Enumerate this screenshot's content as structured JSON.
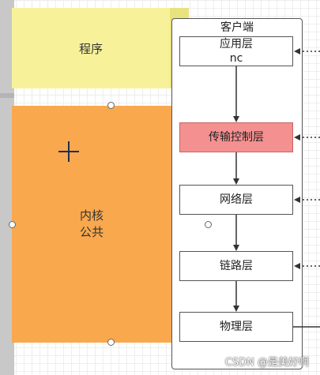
{
  "program_box": {
    "label": "程序"
  },
  "kernel_box": {
    "line1": "内核",
    "line2": "公共"
  },
  "client": {
    "title": "客户端",
    "layers": [
      {
        "line1": "应用层",
        "line2": "nc"
      },
      {
        "line1": "传输控制层"
      },
      {
        "line1": "网络层"
      },
      {
        "line1": "链路层"
      },
      {
        "line1": "物理层"
      }
    ]
  },
  "watermark": "CSDN @是美好啊",
  "colors": {
    "program": "#f7f19a",
    "kernel": "#f9a84e",
    "highlight_layer": "#f49090"
  }
}
